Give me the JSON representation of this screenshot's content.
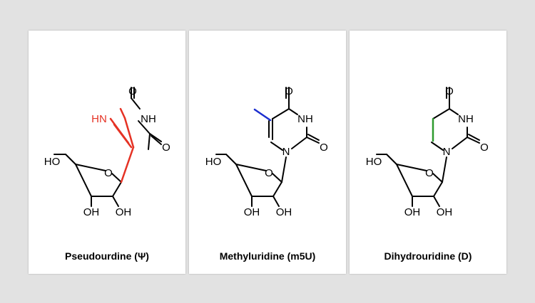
{
  "atoms": {
    "oxygen": "O",
    "nh": "NH",
    "hn": "HN",
    "n": "N",
    "ho": "HO",
    "oh": "OH"
  },
  "cards": [
    {
      "caption": "Pseudourdine (Ψ)",
      "highlight_color": "#e53224"
    },
    {
      "caption": "Methyluridine (m5U)",
      "highlight_color": "#1c2ecf"
    },
    {
      "caption": "Dihydrouridine (D)",
      "highlight_color": "#2e9a2e"
    }
  ]
}
